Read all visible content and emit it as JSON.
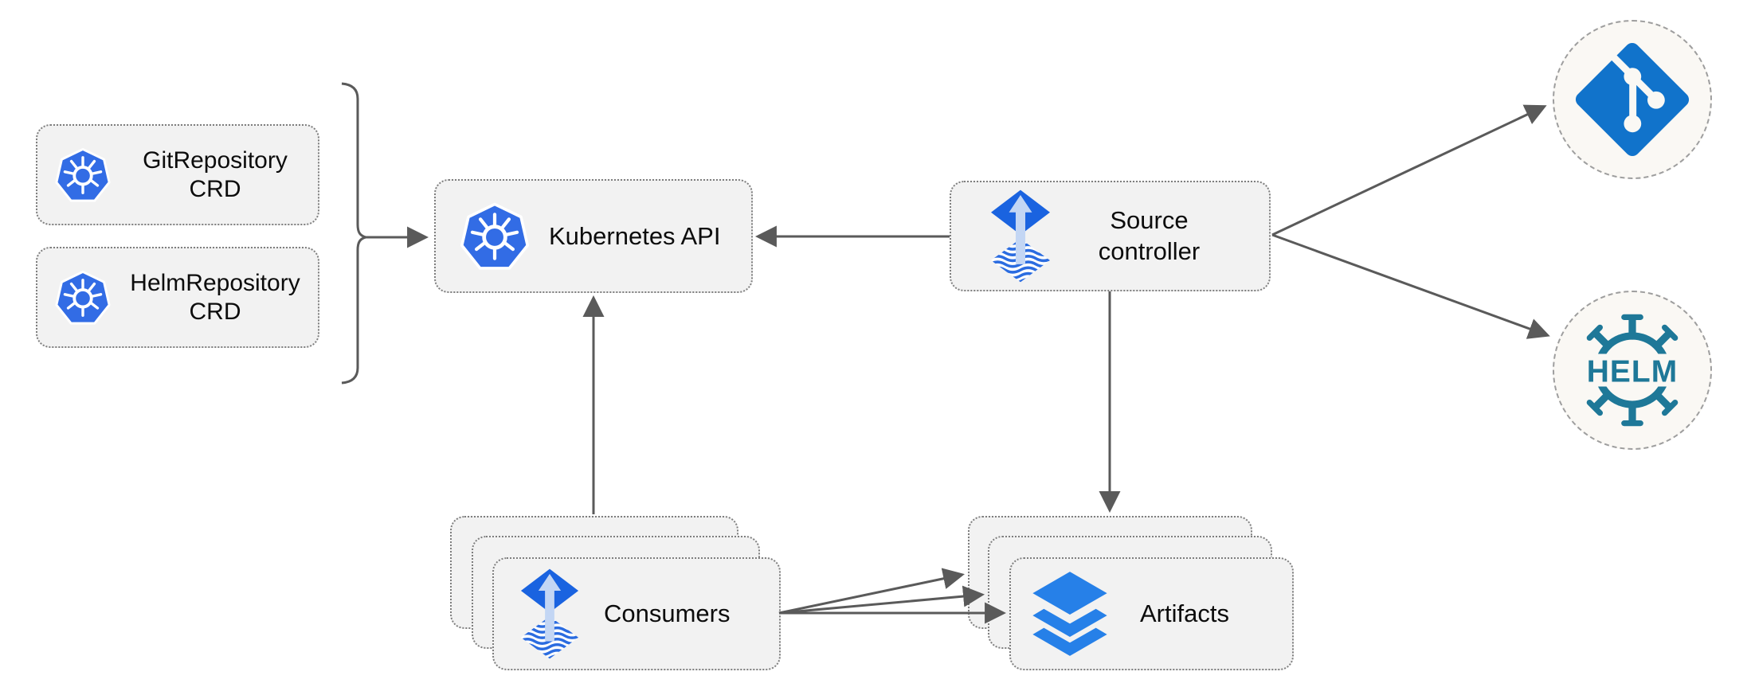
{
  "colors": {
    "background": "#ffffff",
    "box_fill": "#f2f2f2",
    "box_border": "#7e7e7e",
    "circle_fill": "#faf8f4",
    "circle_border": "#9e9e9e",
    "edge_gray": "#5a5a5a",
    "kubernetes_blue": "#326ce5",
    "flux_blue": "#1a63e0",
    "flux_arrow_light": "#c3d6f4",
    "layers_blue": "#2680e8",
    "git_blue": "#1173cb",
    "helm_teal": "#1e7898",
    "label_color": "#0c0c0c"
  },
  "nodes": {
    "git_repository_crd": {
      "label": "GitRepository\nCRD",
      "icon": "kubernetes-icon"
    },
    "helm_repository_crd": {
      "label": "HelmRepository\nCRD",
      "icon": "kubernetes-icon"
    },
    "kubernetes_api": {
      "label": "Kubernetes API",
      "icon": "kubernetes-icon"
    },
    "source_controller": {
      "label": "Source\ncontroller",
      "icon": "flux-icon"
    },
    "consumers": {
      "label": "Consumers",
      "icon": "flux-icon",
      "stack_count": 3
    },
    "artifacts": {
      "label": "Artifacts",
      "icon": "layers-icon",
      "stack_count": 3
    },
    "git_remote": {
      "icon": "git-icon"
    },
    "helm_remote": {
      "icon": "helm-icon",
      "text": "HELM"
    }
  },
  "edges": [
    {
      "id": "crds-brace-to-kubernetes-api",
      "from": "git_repository_crd + helm_repository_crd",
      "to": "kubernetes_api"
    },
    {
      "id": "source-controller-to-kubernetes-api",
      "from": "source_controller",
      "to": "kubernetes_api"
    },
    {
      "id": "consumers-to-kubernetes-api",
      "from": "consumers",
      "to": "kubernetes_api"
    },
    {
      "id": "source-controller-to-artifacts",
      "from": "source_controller",
      "to": "artifacts"
    },
    {
      "id": "source-controller-to-git-remote",
      "from": "source_controller",
      "to": "git_remote"
    },
    {
      "id": "source-controller-to-helm-remote",
      "from": "source_controller",
      "to": "helm_remote"
    },
    {
      "id": "consumers-to-artifacts-1",
      "from": "consumers",
      "to": "artifacts"
    },
    {
      "id": "consumers-to-artifacts-2",
      "from": "consumers",
      "to": "artifacts"
    },
    {
      "id": "consumers-to-artifacts-3",
      "from": "consumers",
      "to": "artifacts"
    }
  ]
}
